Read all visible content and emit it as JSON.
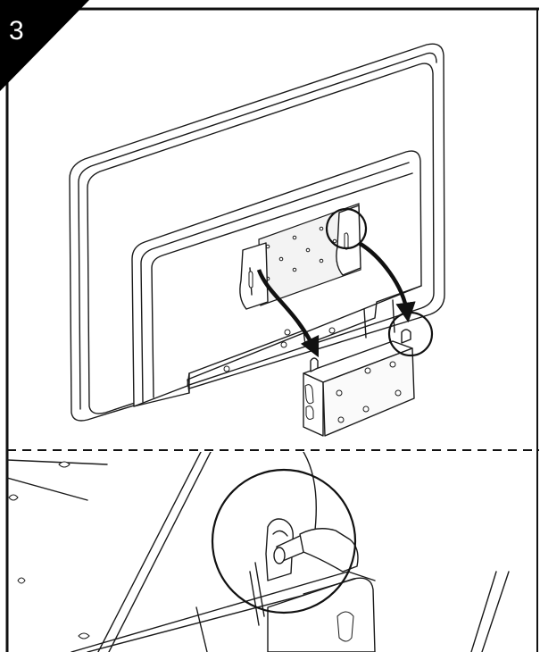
{
  "step": {
    "number": "3"
  },
  "colors": {
    "ink": "#1a1a1a",
    "paper": "#ffffff",
    "badge": "#000000"
  },
  "callouts": [
    {
      "name": "upper-hook-detail"
    },
    {
      "name": "bracket-slot-detail"
    },
    {
      "name": "zoom-pin-detail"
    }
  ],
  "arrows": [
    {
      "name": "left-hook-to-bracket"
    },
    {
      "name": "right-hook-to-bracket"
    }
  ]
}
